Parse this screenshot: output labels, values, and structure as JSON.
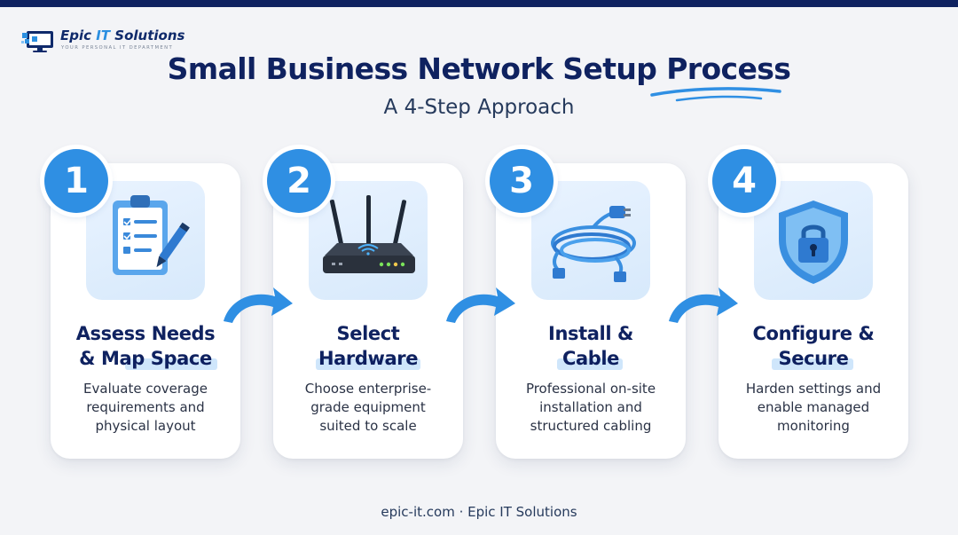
{
  "logo": {
    "name_part1": "Epic ",
    "name_part2": "IT",
    "name_part3": " Solutions",
    "tagline": "YOUR PERSONAL IT DEPARTMENT"
  },
  "title": "Small Business Network Setup Process",
  "subtitle": "A 4-Step Approach",
  "steps": [
    {
      "number": "1",
      "title_lines": [
        "Assess Needs",
        "& Map Space"
      ],
      "desc_lines": [
        "Evaluate coverage",
        "requirements and",
        "physical layout"
      ],
      "icon": "clipboard-icon"
    },
    {
      "number": "2",
      "title_lines": [
        "Select",
        "Hardware"
      ],
      "desc_lines": [
        "Choose enterprise-",
        "grade equipment",
        "suited to scale"
      ],
      "icon": "router-icon"
    },
    {
      "number": "3",
      "title_lines": [
        "Install &",
        "Cable"
      ],
      "desc_lines": [
        "Professional on-site",
        "installation and",
        "structured cabling"
      ],
      "icon": "ethernet-cable-icon"
    },
    {
      "number": "4",
      "title_lines": [
        "Configure &",
        "Secure"
      ],
      "desc_lines": [
        "Harden settings and",
        "enable managed",
        "monitoring"
      ],
      "icon": "shield-lock-icon"
    }
  ],
  "footer": "epic-it.com · Epic IT Solutions",
  "colors": {
    "navy": "#0f2260",
    "accent_blue": "#2f8fe3",
    "highlight": "#cfe6fb",
    "background": "#f3f4f7"
  }
}
